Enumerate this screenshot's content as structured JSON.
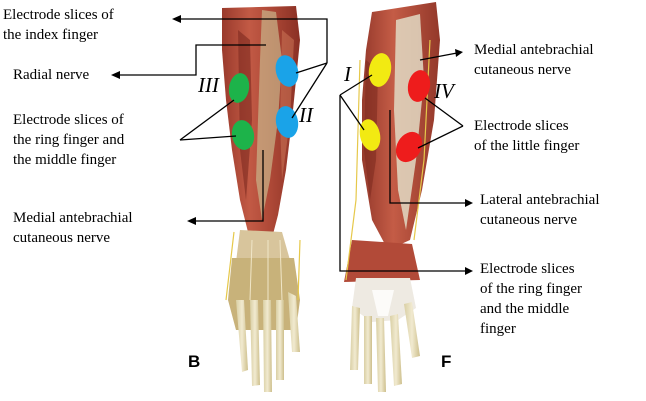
{
  "figure": {
    "panels": {
      "left": "B",
      "right": "F"
    },
    "roman_numerals": {
      "one": "I",
      "two": "II",
      "three": "III",
      "four": "IV"
    },
    "left_labels": {
      "index_electrodes": [
        "Electrode slices of",
        "the index finger"
      ],
      "radial_nerve": [
        "Radial nerve"
      ],
      "ring_middle_electrodes": [
        "Electrode slices of",
        "the ring finger and",
        "the middle finger"
      ],
      "medial_nerve": [
        "Medial antebrachial",
        "cutaneous nerve"
      ]
    },
    "right_labels": {
      "medial_nerve": [
        "Medial antebrachial",
        "cutaneous nerve"
      ],
      "little_electrodes": [
        "Electrode slices",
        "of the little finger"
      ],
      "lateral_nerve": [
        "Lateral antebrachial",
        "cutaneous nerve"
      ],
      "ring_middle_electrodes": [
        "Electrode slices",
        "of the ring finger",
        "and the middle",
        "finger"
      ]
    },
    "electrode_colors": {
      "index": "#1aa3e8",
      "ring_middle_left": "#1db34a",
      "ring_middle_right": "#f2ea12",
      "little": "#ee1c1c"
    }
  }
}
